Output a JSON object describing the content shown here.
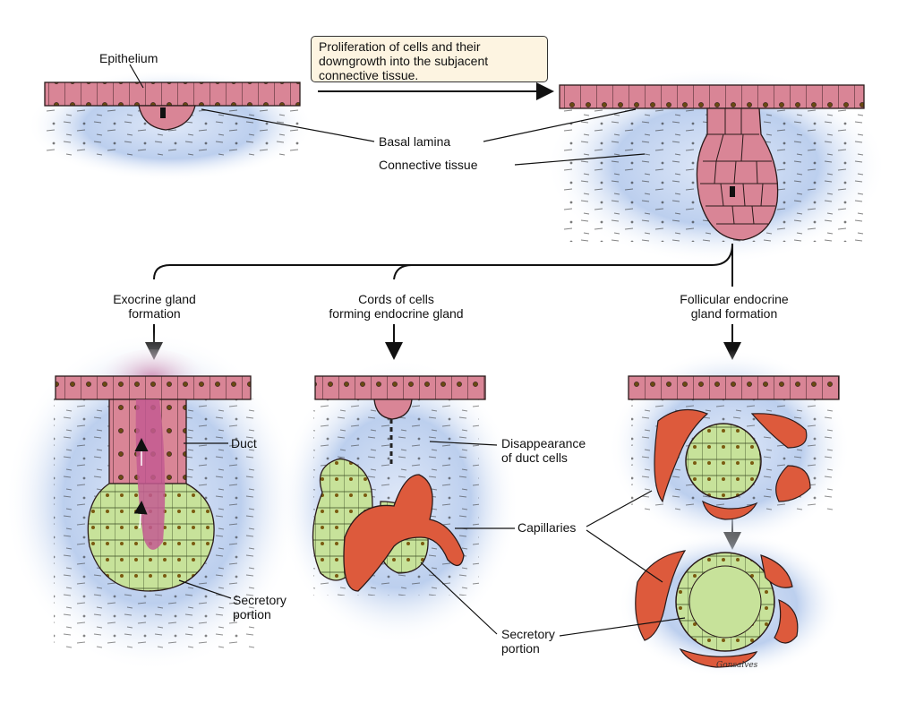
{
  "labels": {
    "epithelium": "Epithelium",
    "callout": [
      "Proliferation of cells and their",
      "downgrowth into the subjacent",
      "connective tissue."
    ],
    "basal_lamina": "Basal lamina",
    "connective_tissue": "Connective tissue",
    "exocrine": [
      "Exocrine gland",
      "formation"
    ],
    "cords": [
      "Cords of cells",
      "forming endocrine gland"
    ],
    "follicular": [
      "Follicular endocrine",
      "gland formation"
    ],
    "duct": "Duct",
    "disappearance": [
      "Disappearance",
      "of duct cells"
    ],
    "capillaries": "Capillaries",
    "secretory_left": [
      "Secretory",
      "portion"
    ],
    "secretory_mid": [
      "Secretory",
      "portion"
    ],
    "signature": "Gonsalves"
  },
  "colors": {
    "epithelium": "#d98596",
    "secretory": "#c7e29a",
    "capillary": "#dd5a3c",
    "glow": "#a9bfe6",
    "outline": "#2a1a1a",
    "callout_bg": "#fdf4e1"
  }
}
